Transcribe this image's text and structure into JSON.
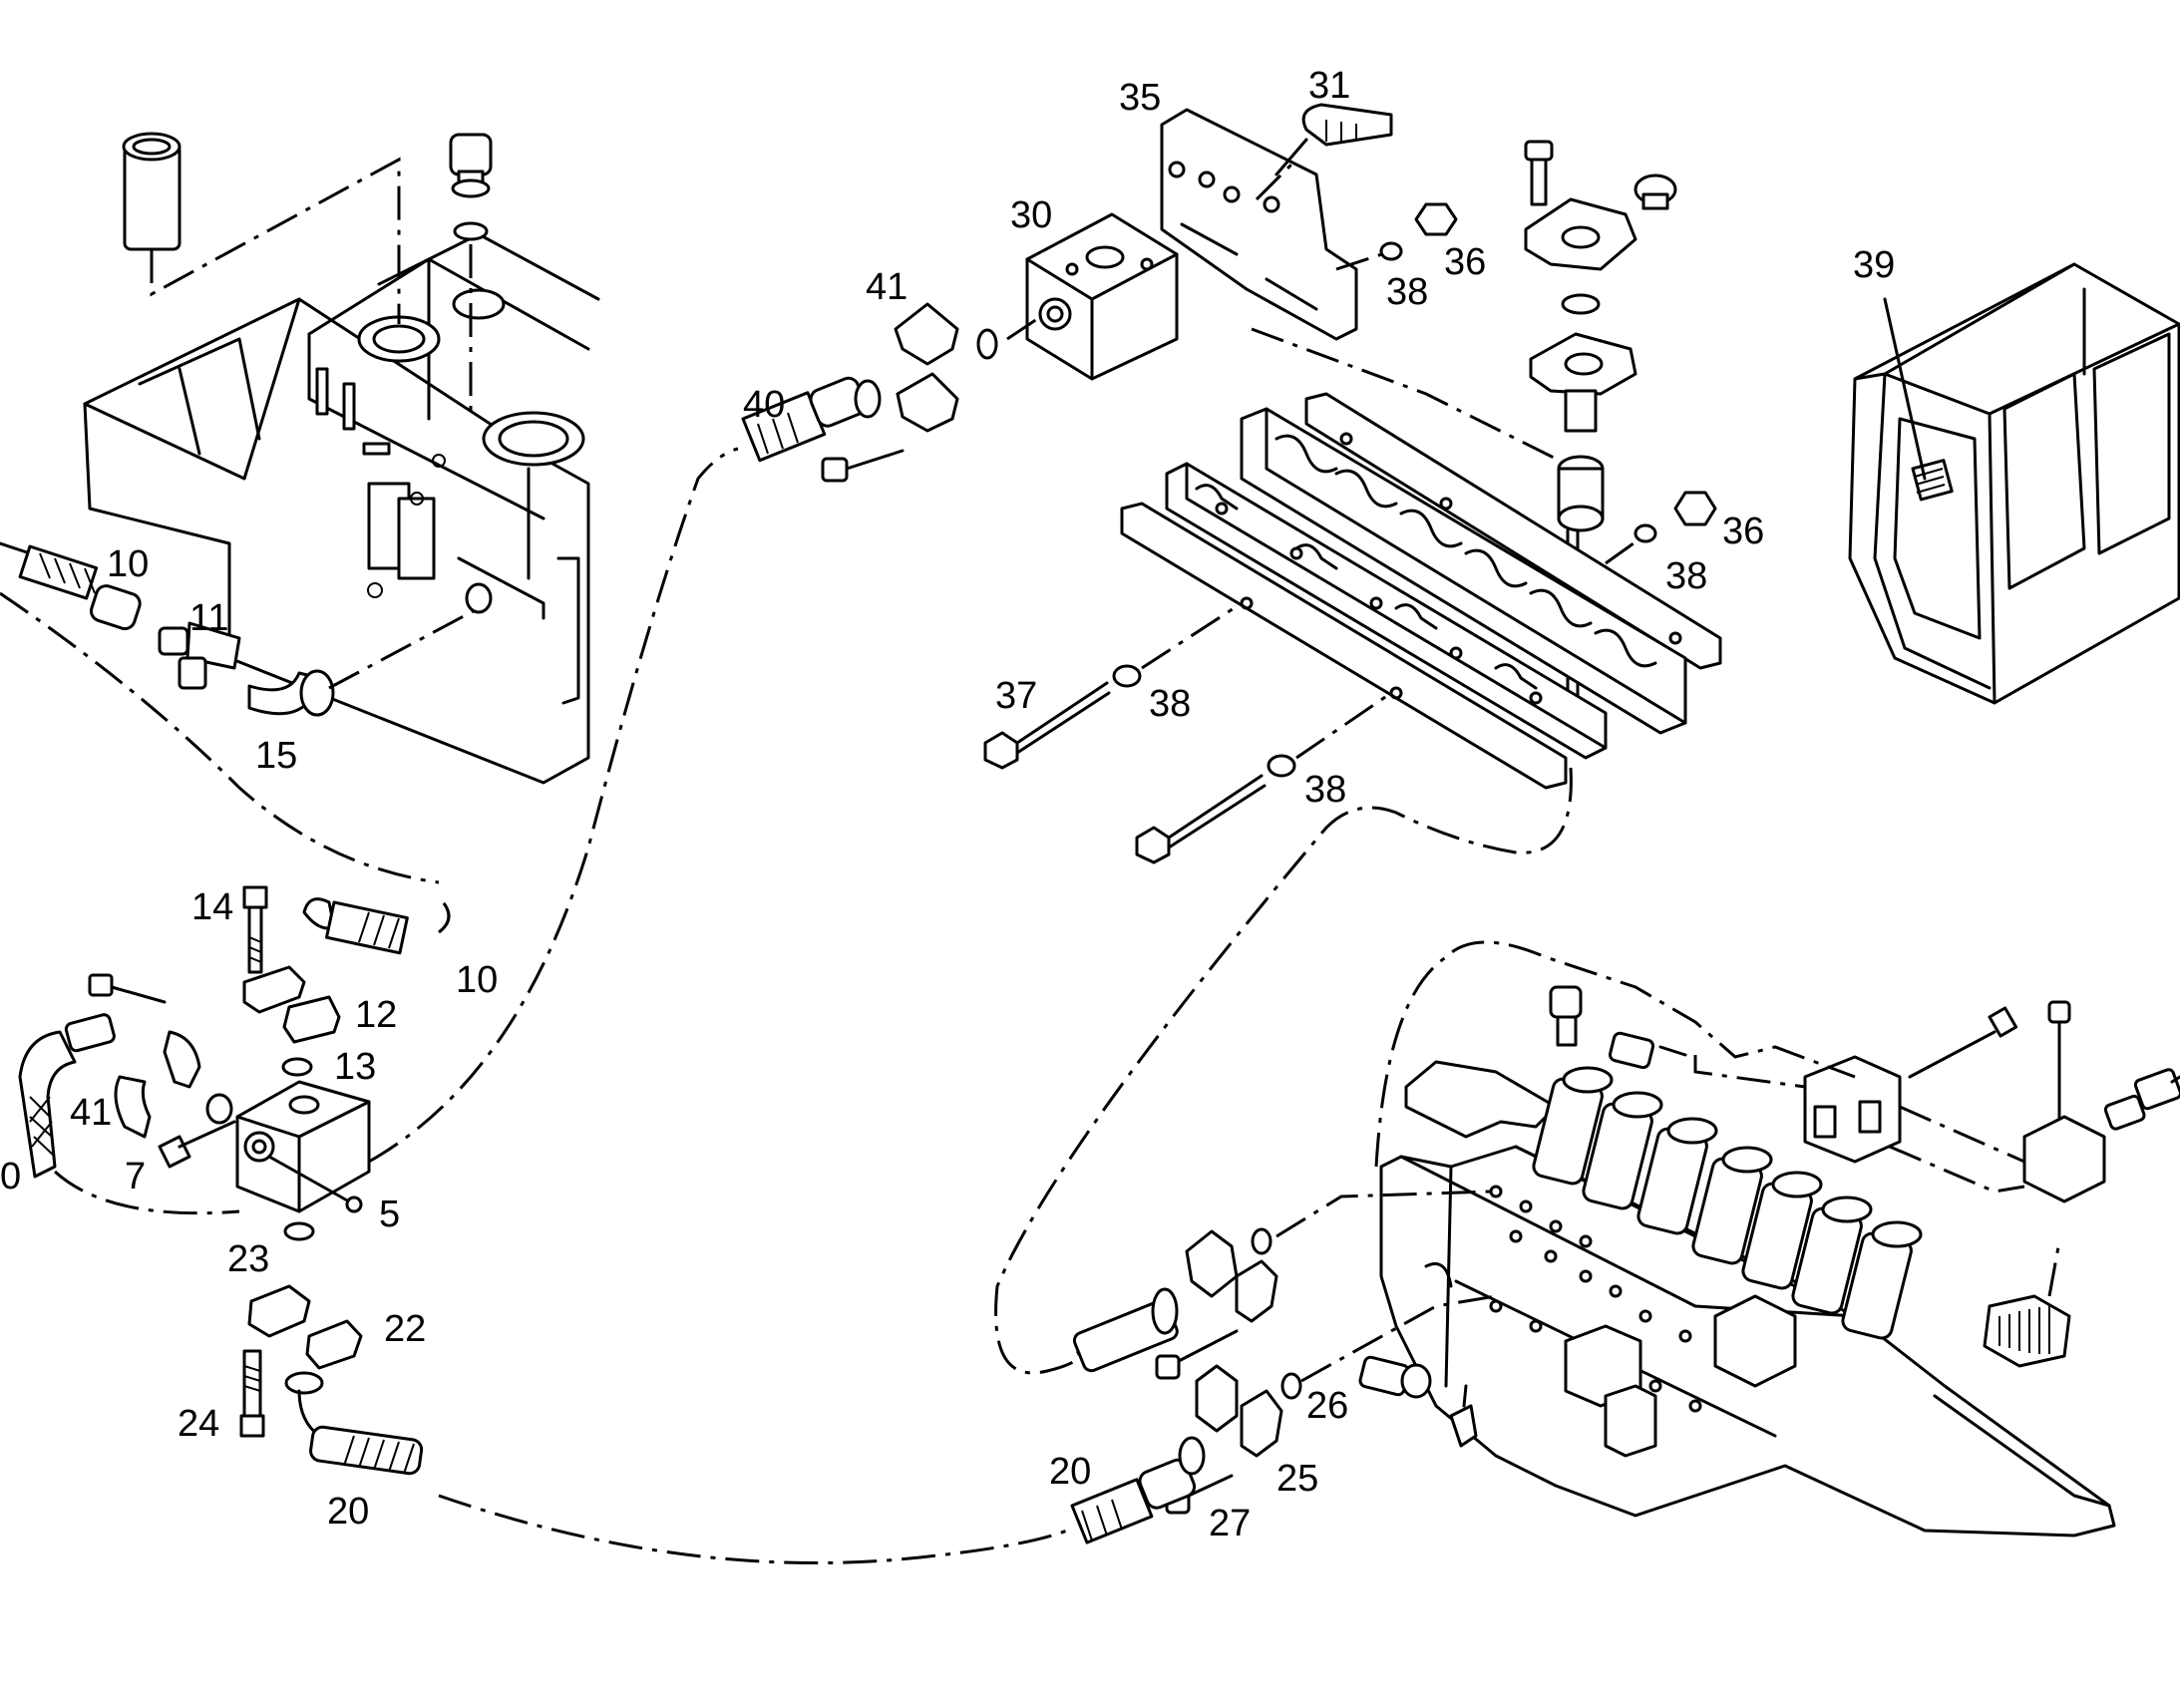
{
  "labels": {
    "p35": "35",
    "p31": "31",
    "p30": "30",
    "p41a": "41",
    "p36a": "36",
    "p38a": "38",
    "p39": "39",
    "p40": "40",
    "p36b": "36",
    "p38b": "38",
    "p10a": "10",
    "p11": "11",
    "p15": "15",
    "p37": "37",
    "p38c": "38",
    "p38d": "38",
    "p14": "14",
    "p10b": "10",
    "p12": "12",
    "p13": "13",
    "p41b": "41",
    "p7": "7",
    "p0": "0",
    "p5": "5",
    "p23": "23",
    "p22": "22",
    "p24": "24",
    "p20a": "20",
    "p26": "26",
    "p20b": "20",
    "p25": "25",
    "p27": "27"
  }
}
